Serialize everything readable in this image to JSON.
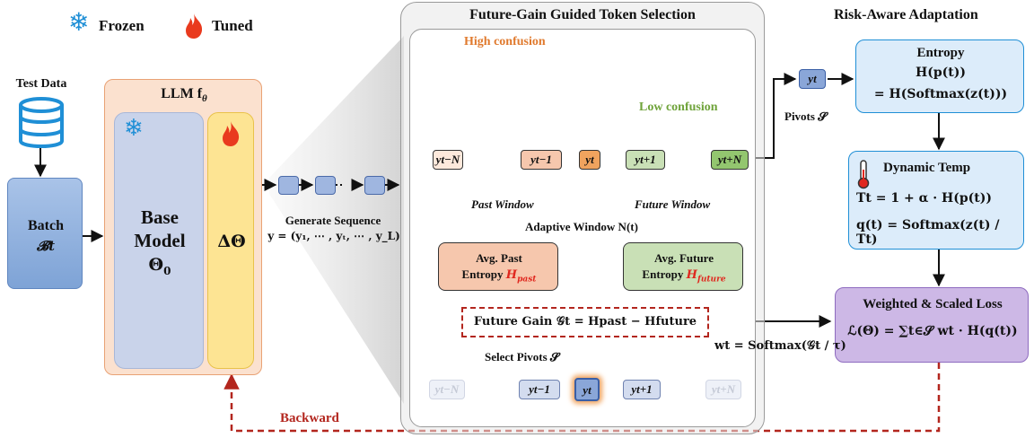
{
  "legend": {
    "frozen": "Frozen",
    "tuned": "Tuned"
  },
  "test_data": "Test Data",
  "batch": {
    "title": "Batch",
    "symbol": "𝓑t"
  },
  "llm": {
    "title": "LLM f",
    "title_sub": "θ",
    "base_model": [
      "Base",
      "Model"
    ],
    "base_symbol": "Θ",
    "base_symbol_sub": "0",
    "delta": "ΔΘ"
  },
  "generate": {
    "label": "Generate Sequence",
    "formula": "y = (y₁, ⋯ , yₜ, ⋯ , y_L)"
  },
  "panel": {
    "title": "Future-Gain Guided Token Selection",
    "high_label": "High confusion",
    "low_label": "Low confusion",
    "tokens_top": [
      "yt−N",
      "yt−1",
      "yt",
      "yt+1",
      "yt+N"
    ],
    "past_window": "Past Window",
    "future_window": "Future Window",
    "adaptive_window": "Adaptive Window N(t)",
    "avg_past": {
      "line1": "Avg. Past",
      "line2": "Entropy",
      "symbol": "H",
      "sub": "past"
    },
    "avg_future": {
      "line1": "Avg. Future",
      "line2": "Entropy",
      "symbol": "H",
      "sub": "future"
    },
    "future_gain": "Future Gain 𝒢t = Hpast − Hfuture",
    "select_pivots": "Select Pivots 𝓢",
    "tokens_bottom": [
      "yt−N",
      "yt−1",
      "yt",
      "yt+1",
      "yt+N"
    ]
  },
  "risk": {
    "title": "Risk-Aware Adaptation",
    "pivot_token": "yt",
    "pivots_label": "Pivots 𝓢",
    "entropy": {
      "title": "Entropy",
      "line1": "H(p(t))",
      "line2": "= H(Softmax(z(t)))"
    },
    "dynamic_temp": {
      "title": "Dynamic Temp",
      "line1": "Tt = 1 + α · H(p(t))",
      "line2": "q(t) = Softmax(z(t) / Tt)"
    },
    "loss": {
      "title": "Weighted & Scaled Loss",
      "formula": "ℒ(Θ) = ∑t∈𝓢 wt · H(q(t))"
    },
    "weight": "wt = Softmax(𝒢t / τ)"
  },
  "backward": "Backward",
  "colors": {
    "frozen_fill": "#c9d3ea",
    "tuned_fill": "#fde493",
    "llm_fill": "#fbe1cf",
    "batch_fill": "#8fb0de",
    "past_fill": "#f6c7ad",
    "future_fill": "#c9e0b6",
    "risk_fill": "#dcecfa",
    "loss_fill": "#cdb8e6",
    "backward_red": "#b3261e"
  }
}
